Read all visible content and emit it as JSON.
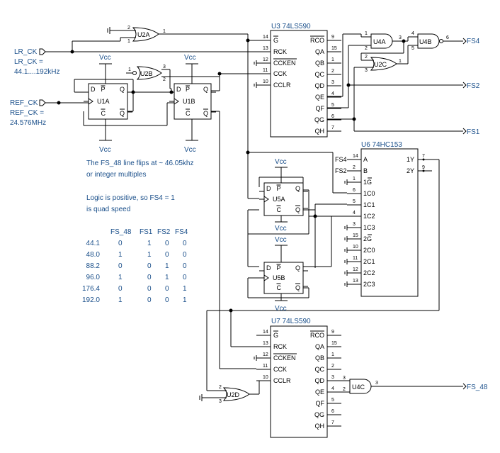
{
  "inputs": {
    "lr_ck_label": "LR_CK",
    "lr_ck_desc1": "LR_CK =",
    "lr_ck_desc2": "44.1....192kHz",
    "ref_ck_label": "REF_CK",
    "ref_ck_desc1": "REF_CK =",
    "ref_ck_desc2": "24.576MHz"
  },
  "outputs": {
    "fs4": "FS4",
    "fs2": "FS2",
    "fs1": "FS1",
    "fs48": "FS_48"
  },
  "vcc": "Vcc",
  "chips": {
    "u3": {
      "name": "U3 74LS590",
      "left_pins": [
        "G",
        "RCK",
        "CCKEN",
        "CCK",
        "CCLR"
      ],
      "left_nums": [
        "14",
        "13",
        "12",
        "11",
        "10"
      ],
      "right_pins": [
        "RCO",
        "QA",
        "QB",
        "QC",
        "QD",
        "QE",
        "QF",
        "QG",
        "QH"
      ],
      "right_nums": [
        "9",
        "15",
        "1",
        "2",
        "3",
        "4",
        "5",
        "6",
        "7"
      ]
    },
    "u7": {
      "name": "U7 74LS590",
      "left_pins": [
        "G",
        "RCK",
        "CCKEN",
        "CCK",
        "CCLR"
      ],
      "left_nums": [
        "14",
        "13",
        "12",
        "11",
        "10"
      ],
      "right_pins": [
        "RCO",
        "QA",
        "QB",
        "QC",
        "QD",
        "QE",
        "QF",
        "QG",
        "QH"
      ],
      "right_nums": [
        "9",
        "15",
        "1",
        "2",
        "3",
        "4",
        "5",
        "6",
        "7"
      ]
    },
    "u6": {
      "name": "U6 74HC153",
      "left_pins": [
        "A",
        "B",
        "1G",
        "1C0",
        "1C1",
        "1C2",
        "1C3",
        "2G",
        "2C0",
        "2C1",
        "2C2",
        "2C3"
      ],
      "left_nums": [
        "14",
        "2",
        "1",
        "6",
        "5",
        "4",
        "3",
        "15",
        "10",
        "11",
        "12",
        "13"
      ],
      "right_pins": [
        "1Y",
        "2Y"
      ],
      "right_nums": [
        "7",
        "9"
      ],
      "a_in": "FS4",
      "b_in": "FS2"
    }
  },
  "flops": {
    "u1a": "U1A",
    "u1b": "U1B",
    "u5a": "U5A",
    "u5b": "U5B",
    "d": "D",
    "p": "P",
    "q": "Q",
    "c": "C",
    "qbar": "Q"
  },
  "gates": {
    "u2a": "U2A",
    "u2b": "U2B",
    "u2c": "U2C",
    "u2d": "U2D",
    "u4a": "U4A",
    "u4b": "U4B",
    "u4c": "U4C"
  },
  "notes": {
    "line1": "The FS_48 line flips at ~ 46.05khz",
    "line2": "or integer multiples",
    "line3": "Logic is positive, so FS4 = 1",
    "line4": "is quad speed"
  },
  "table": {
    "headers": [
      "FS_48",
      "FS1",
      "FS2",
      "FS4"
    ],
    "rows": [
      {
        "rate": "44.1",
        "vals": [
          "0",
          "1",
          "0",
          "0"
        ]
      },
      {
        "rate": "48.0",
        "vals": [
          "1",
          "1",
          "0",
          "0"
        ]
      },
      {
        "rate": "88.2",
        "vals": [
          "0",
          "0",
          "1",
          "0"
        ]
      },
      {
        "rate": "96.0",
        "vals": [
          "1",
          "0",
          "1",
          "0"
        ]
      },
      {
        "rate": "176.4",
        "vals": [
          "0",
          "0",
          "0",
          "1"
        ]
      },
      {
        "rate": "192.0",
        "vals": [
          "1",
          "0",
          "0",
          "1"
        ]
      }
    ]
  }
}
